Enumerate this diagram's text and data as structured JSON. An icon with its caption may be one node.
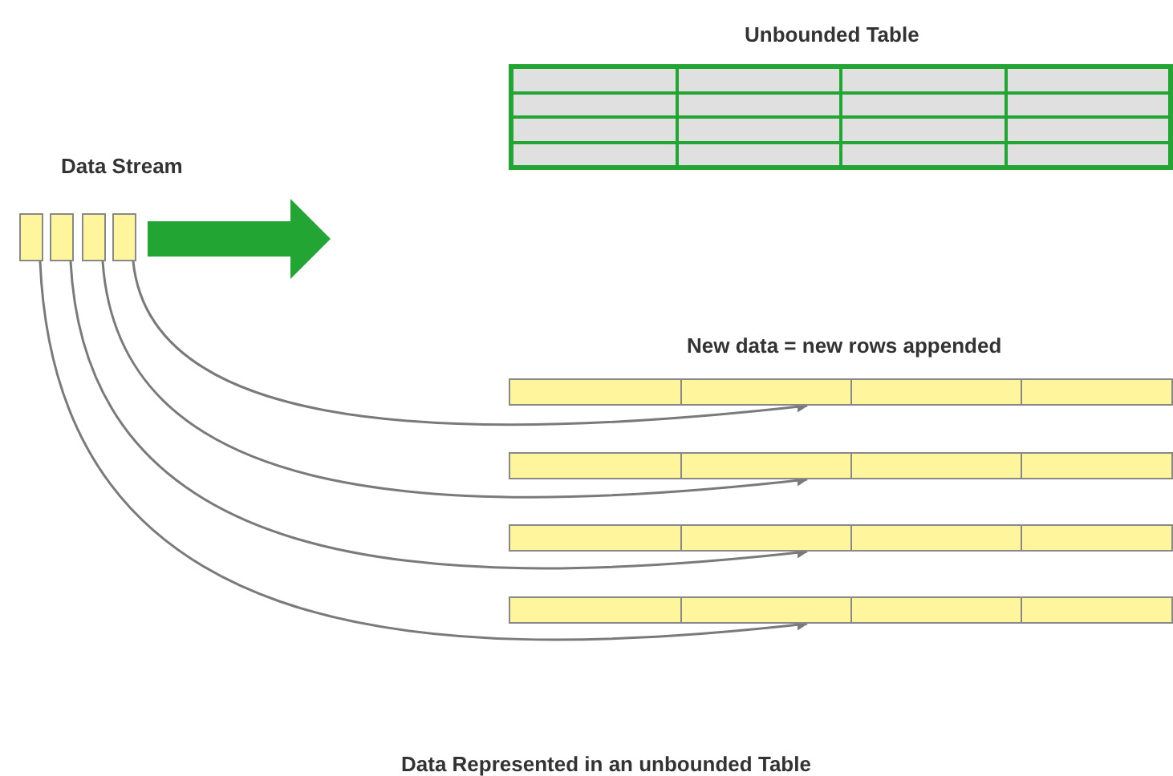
{
  "diagram": {
    "caption": "Data Represented in an unbounded Table",
    "nodes": [
      {
        "text": [
          "Unbounded Table"
        ]
      },
      {
        "text": [],
        "shape": "box"
      },
      {
        "text": [],
        "shape": "box"
      },
      {
        "text": [],
        "shape": "box"
      },
      {
        "text": [],
        "shape": "box"
      },
      {
        "text": [],
        "shape": "bar"
      },
      {
        "text": [],
        "shape": "bar"
      },
      {
        "text": [],
        "shape": "bar"
      },
      {
        "text": [],
        "shape": "bar"
      }
    ],
    "edges": [
      {
        "from": 4,
        "to": 5,
        "arrow": "to"
      },
      {
        "from": 3,
        "to": 6,
        "arrow": "to"
      },
      {
        "from": 2,
        "to": 7,
        "arrow": "to"
      },
      {
        "from": 1,
        "to": 8,
        "arrow": "to"
      }
    ],
    "labels": [
      "Data Stream",
      "New data = new rows appended"
    ]
  }
}
